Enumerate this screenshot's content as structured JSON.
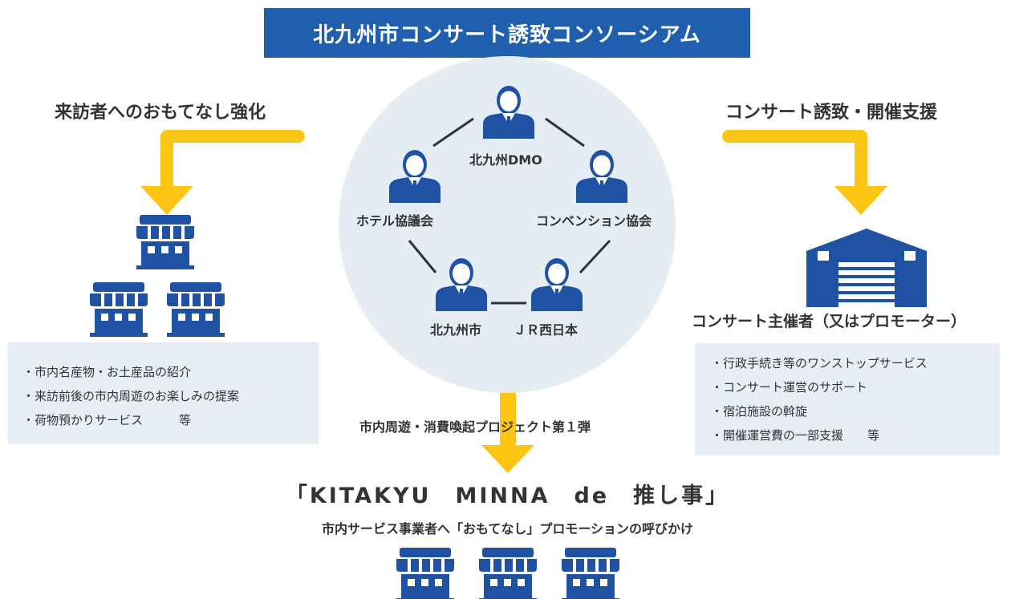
{
  "title": "北九州市コンサート誘致コンソーシアム",
  "left_heading": "来訪者へのおもてなし強化",
  "right_heading": "コンサート誘致・開催支援",
  "members": [
    {
      "label": "北九州DMO"
    },
    {
      "label": "ホテル協議会"
    },
    {
      "label": "コンベンション協会"
    },
    {
      "label": "北九州市"
    },
    {
      "label": "ＪＲ西日本"
    }
  ],
  "left_box_items": [
    "・市内名産物・お土産品の紹介",
    "・来訪前後の市内周遊のお楽しみの提案",
    "・荷物預かりサービス　　　等"
  ],
  "promoter_label": "コンサート主催者（又はプロモーター）",
  "right_box_items": [
    "・行政手続き等のワンストップサービス",
    "・コンサート運営のサポート",
    "・宿泊施設の斡旋",
    "・開催運営費の一部支援　　等"
  ],
  "project_label": "市内周遊・消費喚起プロジェクト第１弾",
  "campaign_title": "「KITAKYU　MINNA　de　推し事」",
  "campaign_subtitle": "市内サービス事業者へ「おもてなし」プロモーションの呼びかけ",
  "colors": {
    "title_bg": "#1f5fae",
    "icon_blue": "#1f52a3",
    "arrow_yellow": "#fcc514",
    "circle_bg": "#e4ecf4",
    "box_bg": "#e8eef5"
  },
  "icons": {
    "shop": "shop-icon",
    "person": "businessperson-icon",
    "venue": "warehouse-icon",
    "arrow": "arrow-icon"
  }
}
